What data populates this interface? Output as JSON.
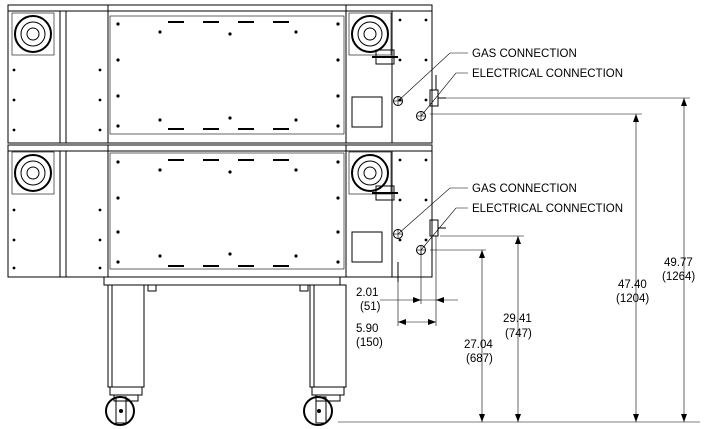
{
  "callouts": {
    "upper_gas": "GAS CONNECTION",
    "upper_electrical": "ELECTRICAL CONNECTION",
    "lower_gas": "GAS CONNECTION",
    "lower_electrical": "ELECTRICAL CONNECTION"
  },
  "dimensions": {
    "d1_in": "2.01",
    "d1_mm": "(51)",
    "d2_in": "5.90",
    "d2_mm": "(150)",
    "d3_in": "27.04",
    "d3_mm": "(687)",
    "d4_in": "29.41",
    "d4_mm": "(747)",
    "d5_in": "47.40",
    "d5_mm": "(1204)",
    "d6_in": "49.77",
    "d6_mm": "(1264)"
  }
}
